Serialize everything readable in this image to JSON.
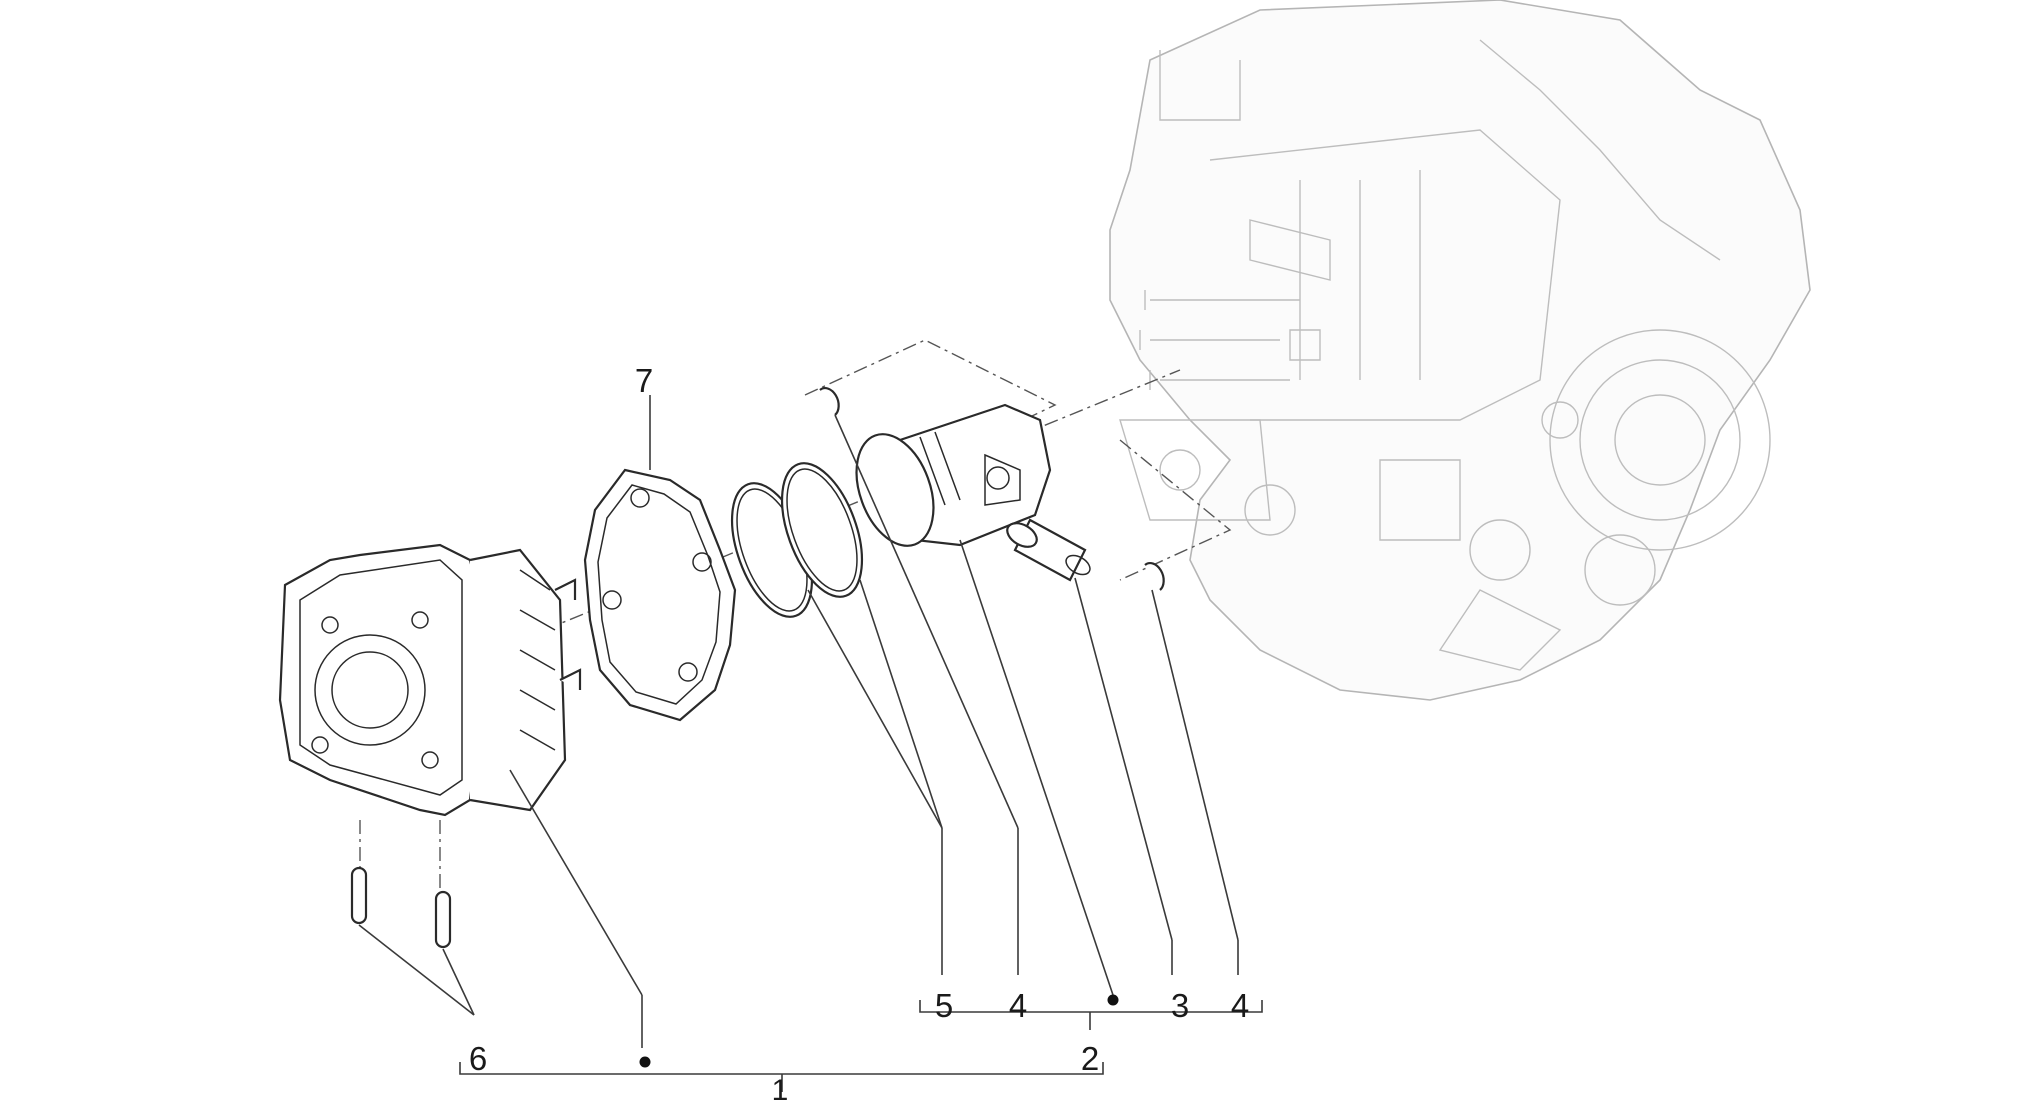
{
  "labels": {
    "l1": "1",
    "l2": "2",
    "l3": "3",
    "l4a": "4",
    "l4b": "4",
    "l5": "5",
    "l6": "6",
    "l7": "7"
  }
}
